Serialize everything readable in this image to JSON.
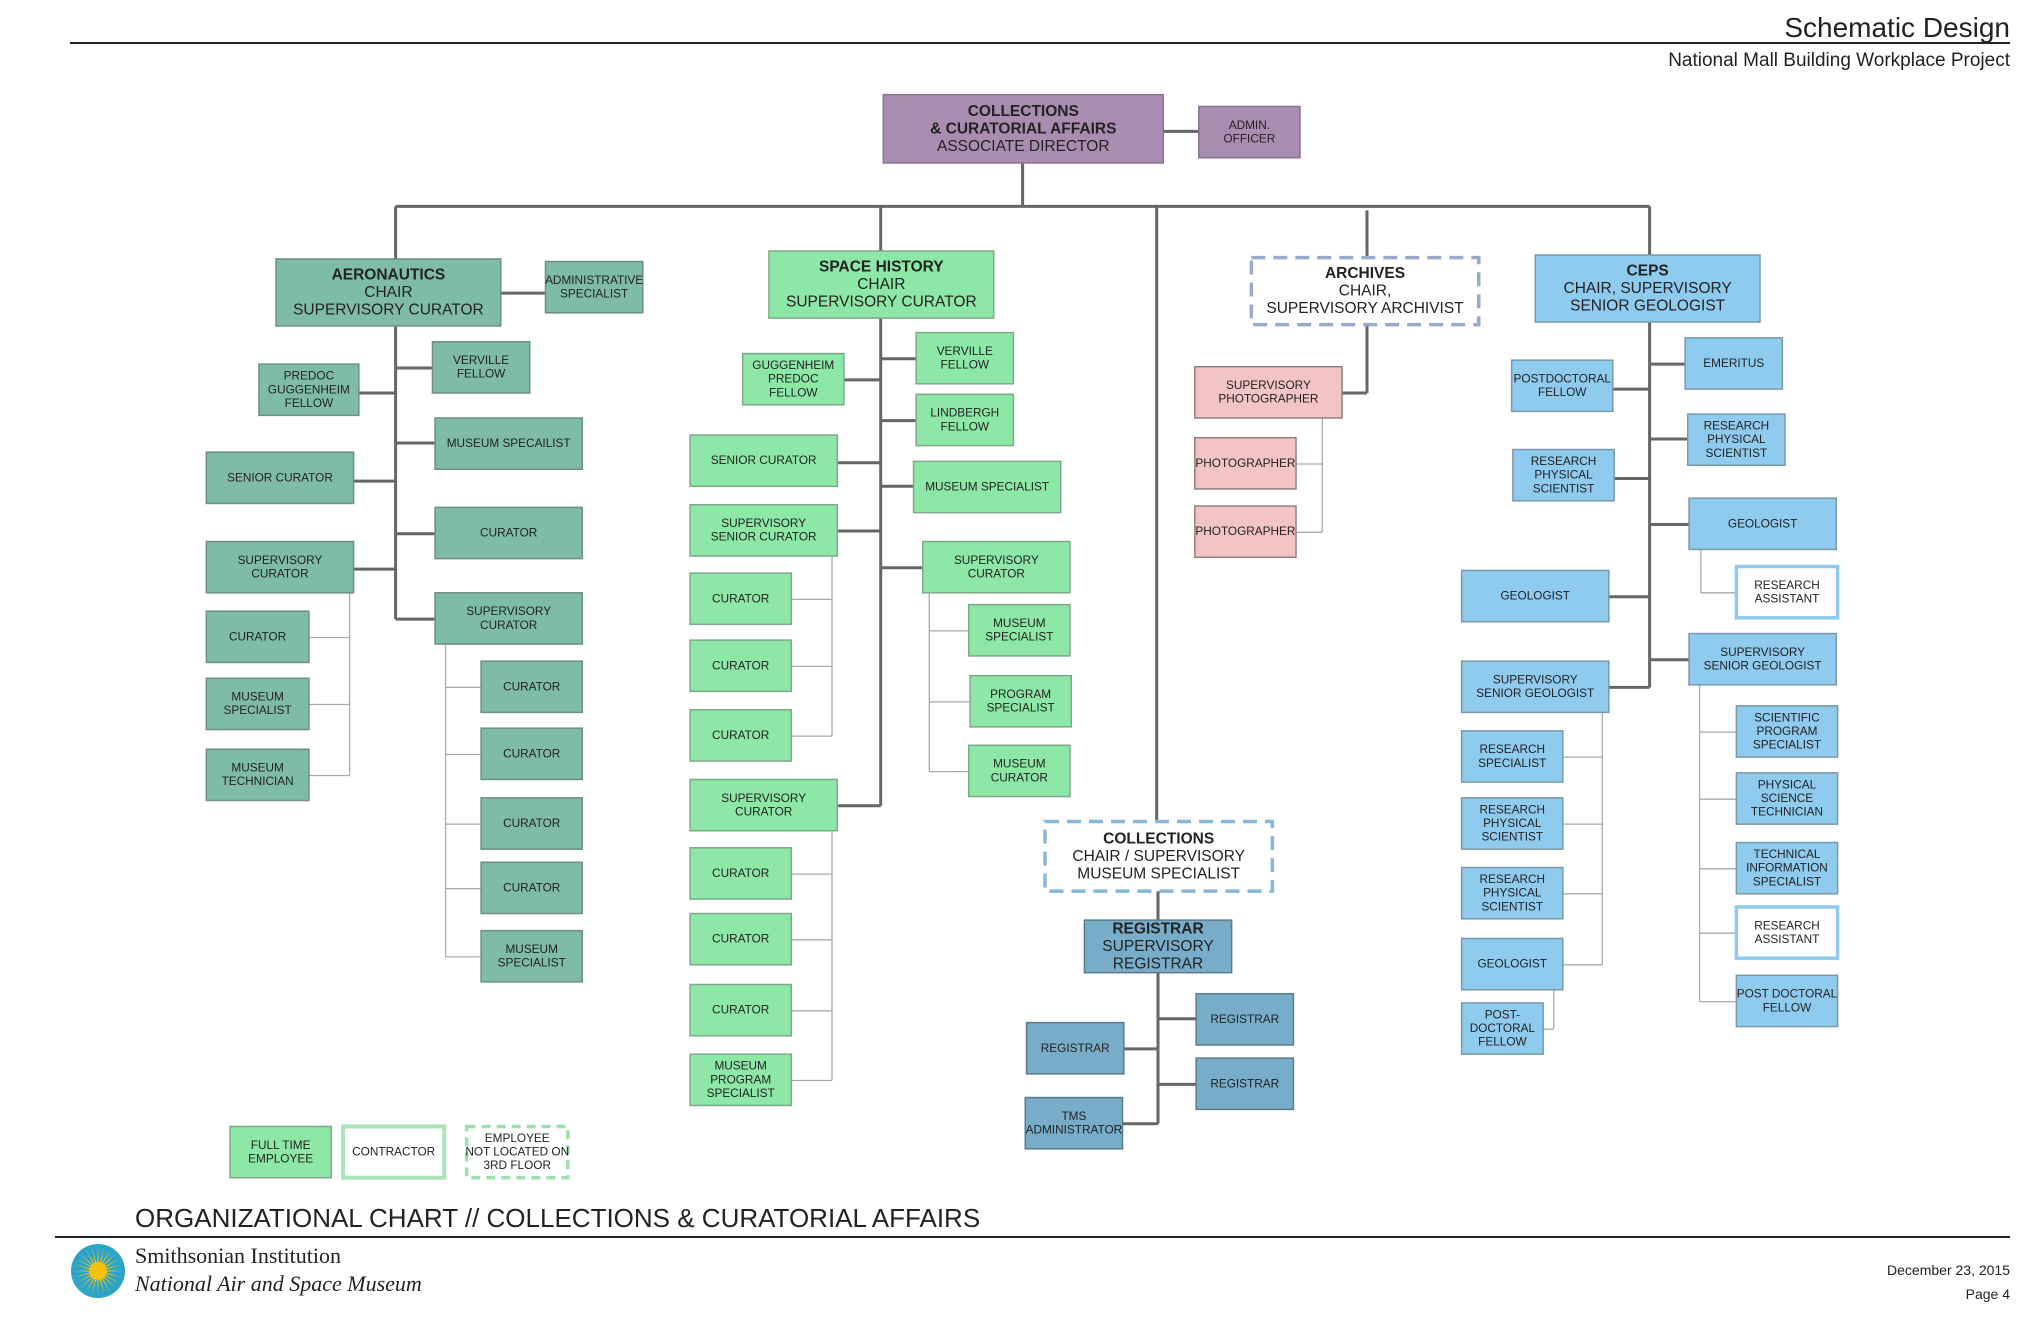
{
  "header": {
    "title": "Schematic Design",
    "subtitle": "National Mall Building Workplace Project"
  },
  "footer": {
    "chart_title": "ORGANIZATIONAL CHART // COLLECTIONS & CURATORIAL AFFAIRS",
    "institution": "Smithsonian Institution",
    "museum": "National Air and Space Museum",
    "date": "December 23, 2015",
    "page": "Page 4"
  },
  "colors": {
    "purple": "#a98db0",
    "teal": "#7fbba9",
    "green": "#8de8a7",
    "pink": "#f2c4c4",
    "blue": "#8ecbef",
    "registrar": "#78adc9",
    "line": "#666666",
    "thin_line": "#aaaaaa",
    "outline_green": "#a8e6b5",
    "outline_blue": "#8ecbef",
    "dash_archives": "#99aacc",
    "dash_collections": "#88b8d8",
    "dash_legend": "#9ce0ac",
    "sun": "#f4c20d",
    "sun_ring": "#2aa4c8"
  },
  "nodes": {
    "root": [
      "COLLECTIONS",
      "& CURATORIAL AFFAIRS",
      "ASSOCIATE DIRECTOR"
    ],
    "admin_officer": [
      "ADMIN.",
      "OFFICER"
    ],
    "aero_head": [
      "AERONAUTICS",
      "CHAIR",
      "SUPERVISORY CURATOR"
    ],
    "aero_admin": [
      "ADMINISTRATIVE",
      "SPECIALIST"
    ],
    "aero_predoc": [
      "PREDOC",
      "GUGGENHEIM",
      "FELLOW"
    ],
    "aero_verville": [
      "VERVILLE",
      "FELLOW"
    ],
    "aero_museum_spec": [
      "MUSEUM SPECAILIST"
    ],
    "aero_senior_curator": [
      "SENIOR CURATOR"
    ],
    "aero_curator": [
      "CURATOR"
    ],
    "aero_sup_curator_l": [
      "SUPERVISORY",
      "CURATOR"
    ],
    "aero_l_curator": [
      "CURATOR"
    ],
    "aero_l_museum_spec": [
      "MUSEUM",
      "SPECIALIST"
    ],
    "aero_l_museum_tech": [
      "MUSEUM",
      "TECHNICIAN"
    ],
    "aero_sup_curator_r": [
      "SUPERVISORY",
      "CURATOR"
    ],
    "aero_r_curator1": [
      "CURATOR"
    ],
    "aero_r_curator2": [
      "CURATOR"
    ],
    "aero_r_curator3": [
      "CURATOR"
    ],
    "aero_r_curator4": [
      "CURATOR"
    ],
    "aero_r_museum_spec": [
      "MUSEUM",
      "SPECIALIST"
    ],
    "space_head": [
      "SPACE HISTORY",
      "CHAIR",
      "SUPERVISORY CURATOR"
    ],
    "space_guggenheim": [
      "GUGGENHEIM",
      "PREDOC",
      "FELLOW"
    ],
    "space_verville": [
      "VERVILLE",
      "FELLOW"
    ],
    "space_lindbergh": [
      "LINDBERGH",
      "FELLOW"
    ],
    "space_senior_curator": [
      "SENIOR CURATOR"
    ],
    "space_museum_spec": [
      "MUSEUM SPECIALIST"
    ],
    "space_sup_senior_curator": [
      "SUPERVISORY",
      "SENIOR CURATOR"
    ],
    "space_sup_curator_r": [
      "SUPERVISORY",
      "CURATOR"
    ],
    "space_c1": [
      "CURATOR"
    ],
    "space_c2": [
      "CURATOR"
    ],
    "space_c3": [
      "CURATOR"
    ],
    "space_r_museum_spec": [
      "MUSEUM",
      "SPECIALIST"
    ],
    "space_r_program_spec": [
      "PROGRAM",
      "SPECIALIST"
    ],
    "space_r_museum_curator": [
      "MUSEUM",
      "CURATOR"
    ],
    "space_sup_curator_l": [
      "SUPERVISORY",
      "CURATOR"
    ],
    "space_c4": [
      "CURATOR"
    ],
    "space_c5": [
      "CURATOR"
    ],
    "space_c6": [
      "CURATOR"
    ],
    "space_museum_program_spec": [
      "MUSEUM",
      "PROGRAM",
      "SPECIALIST"
    ],
    "archives_head": [
      "ARCHIVES",
      "CHAIR,",
      "SUPERVISORY ARCHIVIST"
    ],
    "arch_sup_photo": [
      "SUPERVISORY",
      "PHOTOGRAPHER"
    ],
    "arch_photo1": [
      "PHOTOGRAPHER"
    ],
    "arch_photo2": [
      "PHOTOGRAPHER"
    ],
    "collections_head": [
      "COLLECTIONS",
      "CHAIR / SUPERVISORY",
      "MUSEUM SPECIALIST"
    ],
    "registrar_head": [
      "REGISTRAR",
      "SUPERVISORY",
      "REGISTRAR"
    ],
    "reg_r1": [
      "REGISTRAR"
    ],
    "reg_l1": [
      "REGISTRAR"
    ],
    "reg_r2": [
      "REGISTRAR"
    ],
    "reg_tms": [
      "TMS",
      "ADMINISTRATOR"
    ],
    "ceps_head": [
      "CEPS",
      "CHAIR, SUPERVISORY",
      "SENIOR GEOLOGIST"
    ],
    "ceps_postdoc": [
      "POSTDOCTORAL",
      "FELLOW"
    ],
    "ceps_emeritus": [
      "EMERITUS"
    ],
    "ceps_rps_l": [
      "RESEARCH",
      "PHYSICAL",
      "SCIENTIST"
    ],
    "ceps_rps_r": [
      "RESEARCH",
      "PHYSICAL",
      "SCIENTIST"
    ],
    "ceps_geologist_r": [
      "GEOLOGIST"
    ],
    "ceps_research_asst1": [
      "RESEARCH",
      "ASSISTANT"
    ],
    "ceps_geologist_l": [
      "GEOLOGIST"
    ],
    "ceps_ssg_l": [
      "SUPERVISORY",
      "SENIOR GEOLOGIST"
    ],
    "ceps_ssg_r": [
      "SUPERVISORY",
      "SENIOR GEOLOGIST"
    ],
    "ceps_l_research_spec": [
      "RESEARCH",
      "SPECIALIST"
    ],
    "ceps_l_rps1": [
      "RESEARCH",
      "PHYSICAL",
      "SCIENTIST"
    ],
    "ceps_l_rps2": [
      "RESEARCH",
      "PHYSICAL",
      "SCIENTIST"
    ],
    "ceps_l_geologist": [
      "GEOLOGIST"
    ],
    "ceps_l_postdoc": [
      "POST-",
      "DOCTORAL",
      "FELLOW"
    ],
    "ceps_r_sci_prog": [
      "SCIENTIFIC",
      "PROGRAM",
      "SPECIALIST"
    ],
    "ceps_r_phys_tech": [
      "PHYSICAL",
      "SCIENCE",
      "TECHNICIAN"
    ],
    "ceps_r_tech_info": [
      "TECHNICAL",
      "INFORMATION",
      "SPECIALIST"
    ],
    "ceps_r_research_asst2": [
      "RESEARCH",
      "ASSISTANT"
    ],
    "ceps_r_post_doctoral": [
      "POST DOCTORAL",
      "FELLOW"
    ],
    "legend_fte": [
      "FULL TIME",
      "EMPLOYEE"
    ],
    "legend_contractor": [
      "CONTRACTOR"
    ],
    "legend_offsite": [
      "EMPLOYEE",
      "NOT LOCATED ON",
      "3RD FLOOR"
    ]
  }
}
